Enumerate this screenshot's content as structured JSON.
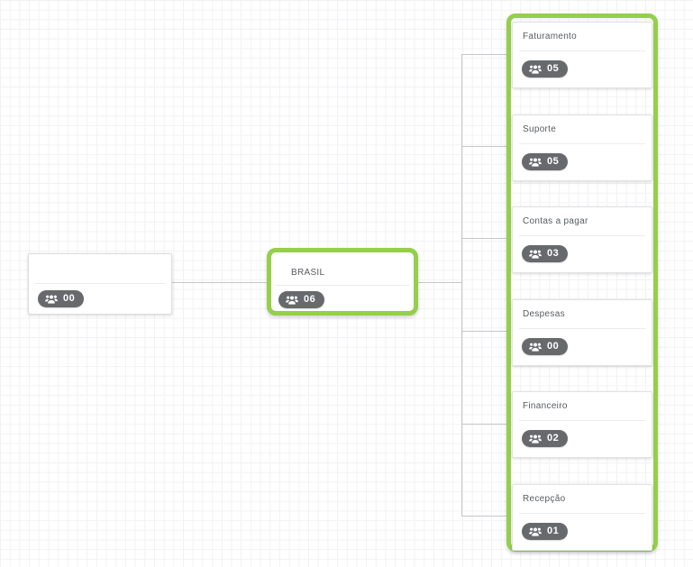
{
  "canvas": {
    "background": "#ffffff",
    "grid_color": "#f2f2f5"
  },
  "colors": {
    "highlight_green": "#95cf4b",
    "pill_background": "#67696d",
    "pill_text": "#ffffff",
    "node_label_text": "#575b5f",
    "card_border": "#e2e2e5",
    "connector": "#c7c7ca"
  },
  "icons": {
    "members_icon": "group-of-people"
  },
  "root_node": {
    "label": "",
    "count": "00"
  },
  "parent_node": {
    "label": "BRASIL",
    "count": "06"
  },
  "children": [
    {
      "label": "Faturamento",
      "count": "05"
    },
    {
      "label": "Suporte",
      "count": "05"
    },
    {
      "label": "Contas a pagar",
      "count": "03"
    },
    {
      "label": "Despesas",
      "count": "00"
    },
    {
      "label": "Financeiro",
      "count": "02"
    },
    {
      "label": "Recepção",
      "count": "01"
    }
  ]
}
